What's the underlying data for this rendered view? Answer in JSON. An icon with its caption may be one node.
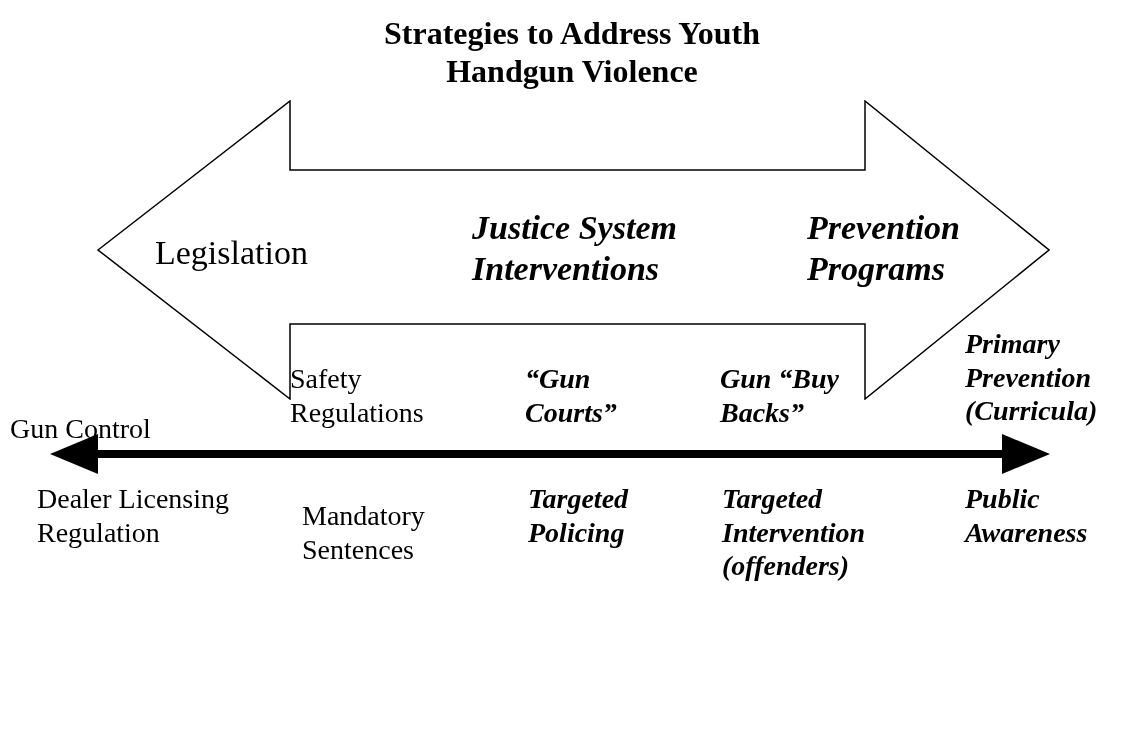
{
  "diagram": {
    "title": "Strategies to Address Youth Handgun Violence",
    "nodes": [
      {
        "text": [
          "Legislation",
          "Justice System Interventions",
          "Prevention Programs"
        ]
      }
    ],
    "edges": [],
    "labels": [
      "Gun Control",
      "Safety Regulations",
      "“Gun Courts”",
      "Gun “Buy Backs”",
      "Primary Prevention (Curricula)",
      "Dealer Licensing Regulation",
      "Mandatory Sentences",
      "Targeted Policing",
      "Targeted Intervention (offenders)",
      "Public Awareness"
    ]
  }
}
